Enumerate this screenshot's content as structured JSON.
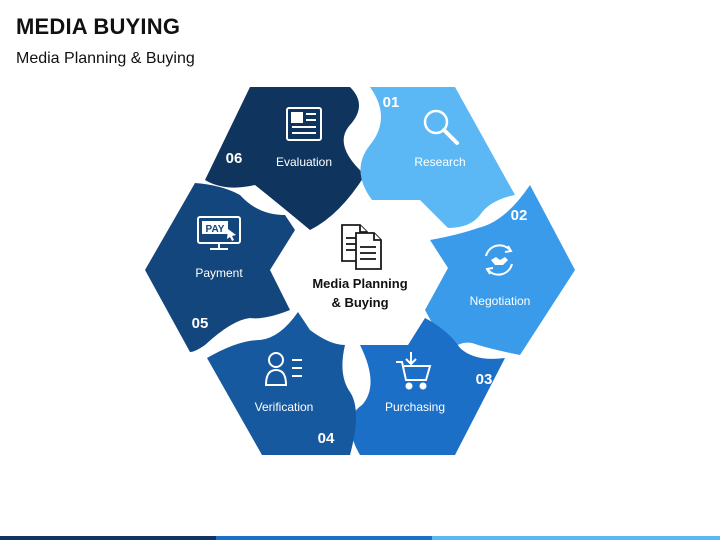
{
  "header": {
    "title": "MEDIA BUYING",
    "subtitle": "Media Planning & Buying"
  },
  "diagram": {
    "center": {
      "line1": "Media Planning",
      "line2": "& Buying",
      "icon": "documents-icon"
    },
    "segments": [
      {
        "num": "01",
        "label": "Research",
        "icon": "magnifier-icon",
        "color": "#5BB8F5"
      },
      {
        "num": "02",
        "label": "Negotiation",
        "icon": "handshake-icon",
        "color": "#3A9BEA"
      },
      {
        "num": "03",
        "label": "Purchasing",
        "icon": "shopping-cart-icon",
        "color": "#1C6FC6"
      },
      {
        "num": "04",
        "label": "Verification",
        "icon": "user-checklist-icon",
        "color": "#17599E"
      },
      {
        "num": "05",
        "label": "Payment",
        "icon": "pay-monitor-icon",
        "color": "#12467C"
      },
      {
        "num": "06",
        "label": "Evaluation",
        "icon": "newspaper-icon",
        "color": "#0F355E"
      }
    ]
  },
  "footer": {
    "colors": [
      "#0F355E",
      "#1C6FC6",
      "#5BB8F5"
    ]
  }
}
